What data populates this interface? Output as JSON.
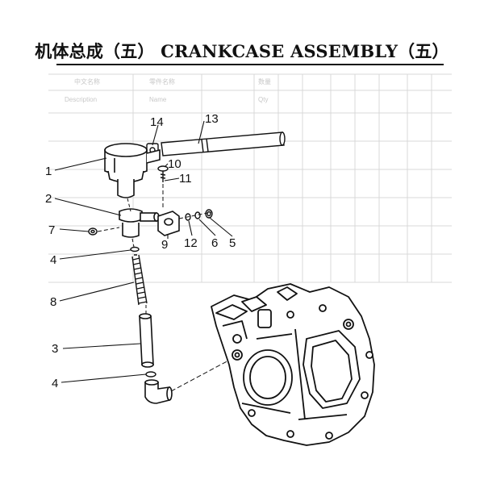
{
  "title": "机体总成（五） CRANKCASE ASSEMBLY（五）",
  "watermark_table": {
    "headers": [
      "中文名称",
      "零件名称",
      "Description",
      "Name",
      "数量",
      "Qty"
    ]
  },
  "callouts": [
    "1",
    "2",
    "3",
    "4",
    "4",
    "5",
    "6",
    "7",
    "8",
    "9",
    "10",
    "11",
    "12",
    "13",
    "14"
  ],
  "colors": {
    "ink": "#111111",
    "ghost": "#c8c8c8"
  }
}
